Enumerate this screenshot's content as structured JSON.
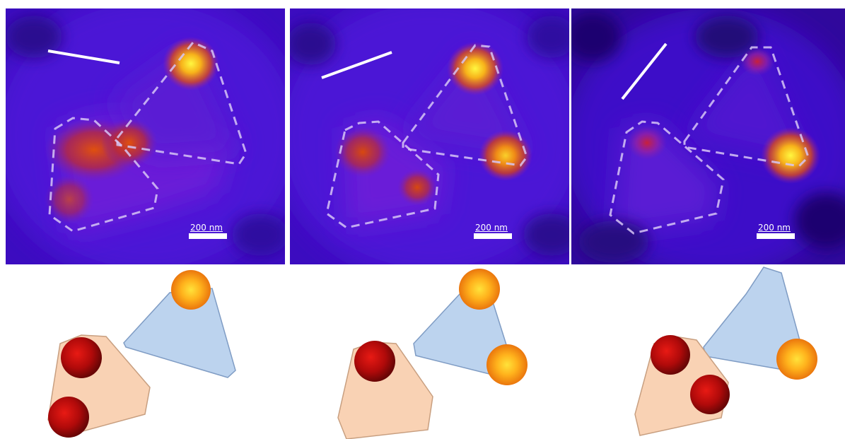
{
  "panels": [
    {
      "scale_label": "200 nm"
    },
    {
      "scale_label": "200 nm"
    },
    {
      "scale_label": "200 nm"
    }
  ],
  "colors": {
    "background_purple": "#4a12d0",
    "hot_core": "#fff23a",
    "hot_mid": "#f08a10",
    "red_spot": "#c4301c",
    "outline": "#c9b5f2",
    "orange_triangle_fill": "#f9d2b4",
    "blue_triangle_fill": "#bcd3ee",
    "sphere_red": "#b80c0c",
    "sphere_orange": "#f59000"
  }
}
